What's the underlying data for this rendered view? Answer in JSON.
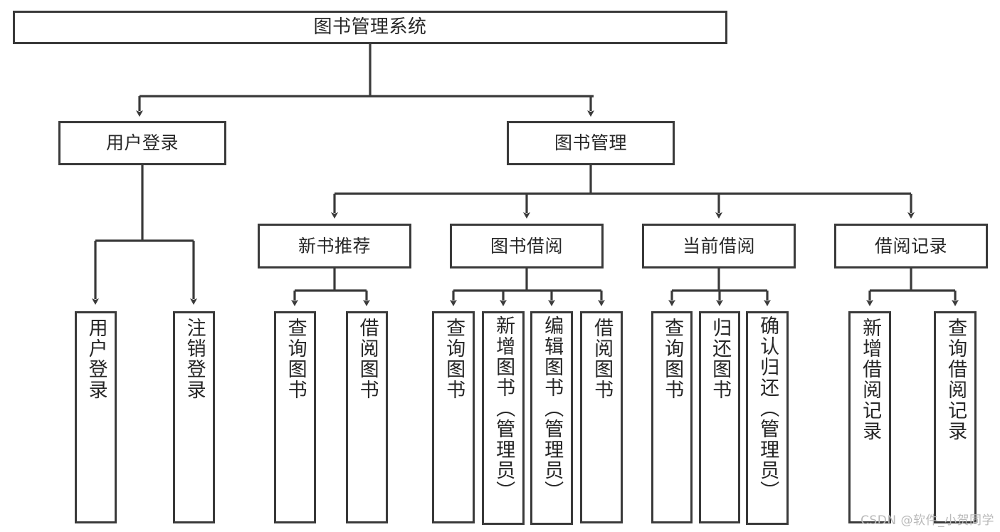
{
  "diagram": {
    "title": "图书管理系统",
    "type": "hierarchy-tree",
    "root": {
      "id": "root",
      "label": "图书管理系统"
    },
    "level2": [
      {
        "id": "user-login",
        "label": "用户登录"
      },
      {
        "id": "book-manage",
        "label": "图书管理"
      }
    ],
    "level3": [
      {
        "id": "new-book-recommend",
        "label": "新书推荐"
      },
      {
        "id": "book-borrow",
        "label": "图书借阅"
      },
      {
        "id": "current-borrow",
        "label": "当前借阅"
      },
      {
        "id": "borrow-record",
        "label": "借阅记录"
      }
    ],
    "leaves": {
      "user_login": [
        {
          "id": "leaf-user-login",
          "label": "用户登录"
        },
        {
          "id": "leaf-user-logout",
          "label": "注销登录"
        }
      ],
      "new_book_recommend": [
        {
          "id": "leaf-query-book-1",
          "label": "查询图书"
        },
        {
          "id": "leaf-borrow-book-1",
          "label": "借阅图书"
        }
      ],
      "book_borrow": [
        {
          "id": "leaf-query-book-2",
          "label": "查询图书"
        },
        {
          "id": "leaf-add-book",
          "label": "新增图书（管理员）"
        },
        {
          "id": "leaf-edit-book",
          "label": "编辑图书（管理员）"
        },
        {
          "id": "leaf-borrow-book-2",
          "label": "借阅图书"
        }
      ],
      "current_borrow": [
        {
          "id": "leaf-query-book-3",
          "label": "查询图书"
        },
        {
          "id": "leaf-return-book",
          "label": "归还图书"
        },
        {
          "id": "leaf-confirm-return",
          "label": "确认归还（管理员）"
        }
      ],
      "borrow_record": [
        {
          "id": "leaf-add-record",
          "label": "新增借阅记录"
        },
        {
          "id": "leaf-query-record",
          "label": "查询借阅记录"
        }
      ]
    }
  },
  "watermark": {
    "text": "CSDN @软件_小贺同学"
  },
  "colors": {
    "stroke": "#3a3a3a",
    "text": "#262626",
    "background": "#ffffff",
    "watermark": "#b9b9b9"
  }
}
